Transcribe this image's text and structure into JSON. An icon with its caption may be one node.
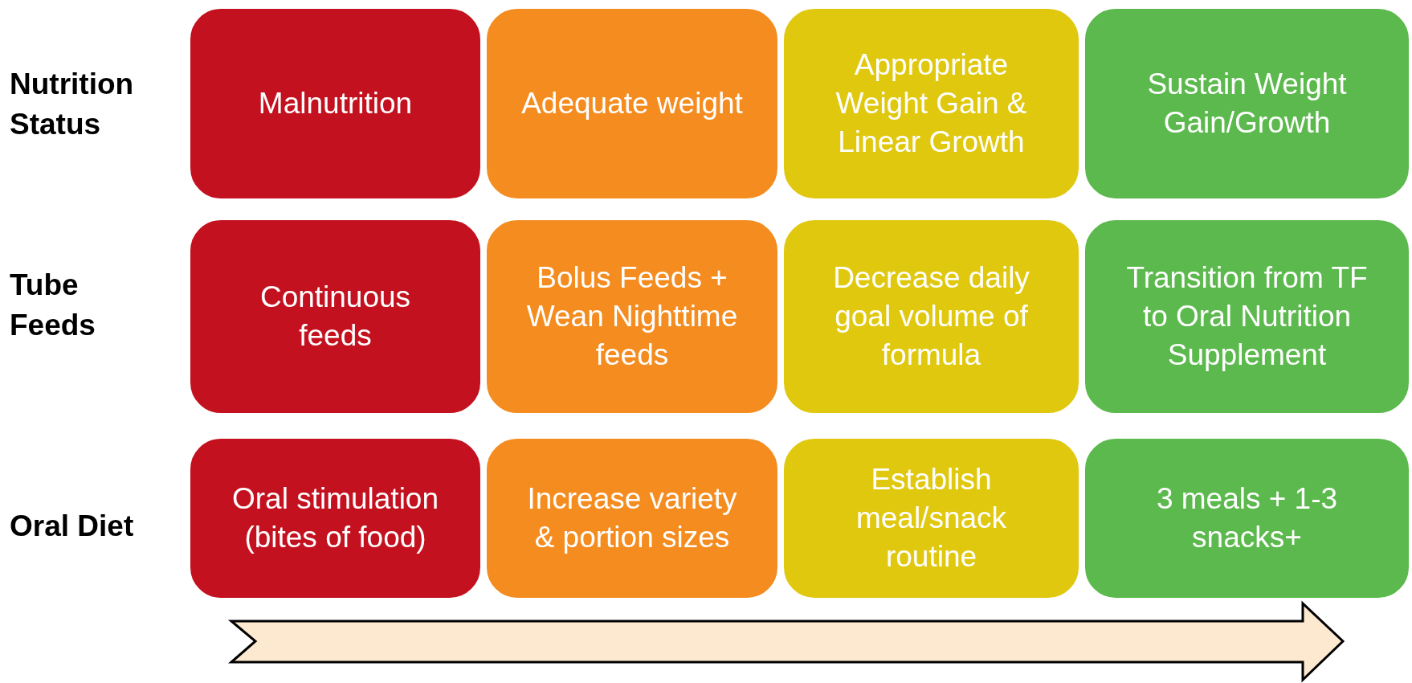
{
  "diagram": {
    "nodes": [
      {
        "text": [
          "Malnutrition"
        ]
      },
      {
        "text": [
          "Adequate weight"
        ]
      },
      {
        "text": [
          "Appropriate Weight Gain & Linear Growth"
        ]
      },
      {
        "text": [
          "Sustain Weight Gain/Growth"
        ]
      },
      {
        "text": [
          "Continuous feeds"
        ]
      },
      {
        "text": [
          "Bolus Feeds + Wean Nighttime feeds"
        ]
      },
      {
        "text": [
          "Decrease daily goal volume of formula"
        ]
      },
      {
        "text": [
          "Transition from TF to Oral Nutrition Supplement"
        ]
      },
      {
        "text": [
          "Oral stimulation (bites of food)"
        ]
      },
      {
        "text": [
          "Increase variety & portion sizes"
        ]
      },
      {
        "text": [
          "Establish meal/snack routine"
        ]
      },
      {
        "text": [
          "3 meals + 1-3 snacks+"
        ]
      }
    ],
    "labels": [
      "Nutrition Status",
      "Tube Feeds",
      "Oral Diet"
    ]
  }
}
